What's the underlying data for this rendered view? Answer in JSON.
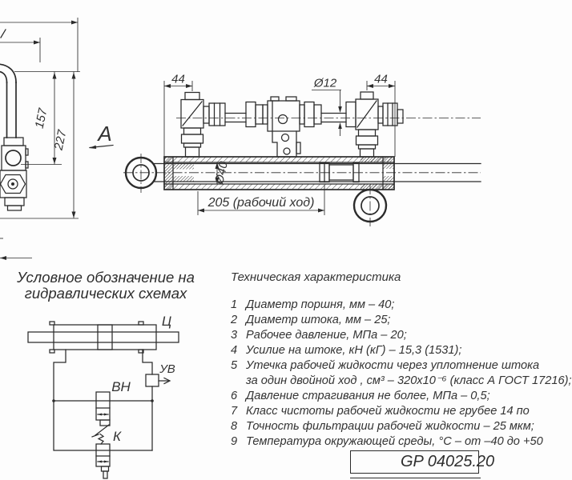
{
  "labels": {
    "view_a": "А",
    "dim_44_left": "44",
    "dim_44_right": "44",
    "dim_d12": "Ø12",
    "dim_d40": "Ø40",
    "dim_stroke": "205 (рабочий ход)",
    "dim_157": "157",
    "dim_227": "227"
  },
  "schematic": {
    "heading1": "Условное обозначение на",
    "heading2": "гидравлических схемах",
    "cylinder": "Ц",
    "uv": "УВ",
    "vn": "ВН",
    "k": "К"
  },
  "specs": {
    "title": "Техническая характеристика",
    "items": [
      {
        "num": "1",
        "text": "Диаметр поршня, мм – 40;"
      },
      {
        "num": "2",
        "text": "Диаметр штока, мм – 25;"
      },
      {
        "num": "3",
        "text": "Рабочее давление, МПа – 20;"
      },
      {
        "num": "4",
        "text": "Усилие на штоке, кН (кГ) – 15,3 (1531);"
      },
      {
        "num": "5",
        "text": "Утечка рабочей жидкости через уплотнение штока"
      },
      {
        "num": "",
        "text": "за один двойной ход , см³ – 320x10⁻⁶ (класс А ГОСТ 17216);"
      },
      {
        "num": "6",
        "text": "Давление страгивания не более, МПа – 0,5;"
      },
      {
        "num": "7",
        "text": "Класс чистоты рабочей жидкости не грубее 14 по"
      },
      {
        "num": "8",
        "text": "Точность фильтрации рабочей жидкости – 25 мкм;"
      },
      {
        "num": "9",
        "text": "Температура окружающей среды, °С – от –40 до +50"
      }
    ]
  },
  "title_block": {
    "code": "GP 04025.20"
  },
  "colors": {
    "line": "#2b2b2b",
    "background": "#fdfdfd"
  }
}
